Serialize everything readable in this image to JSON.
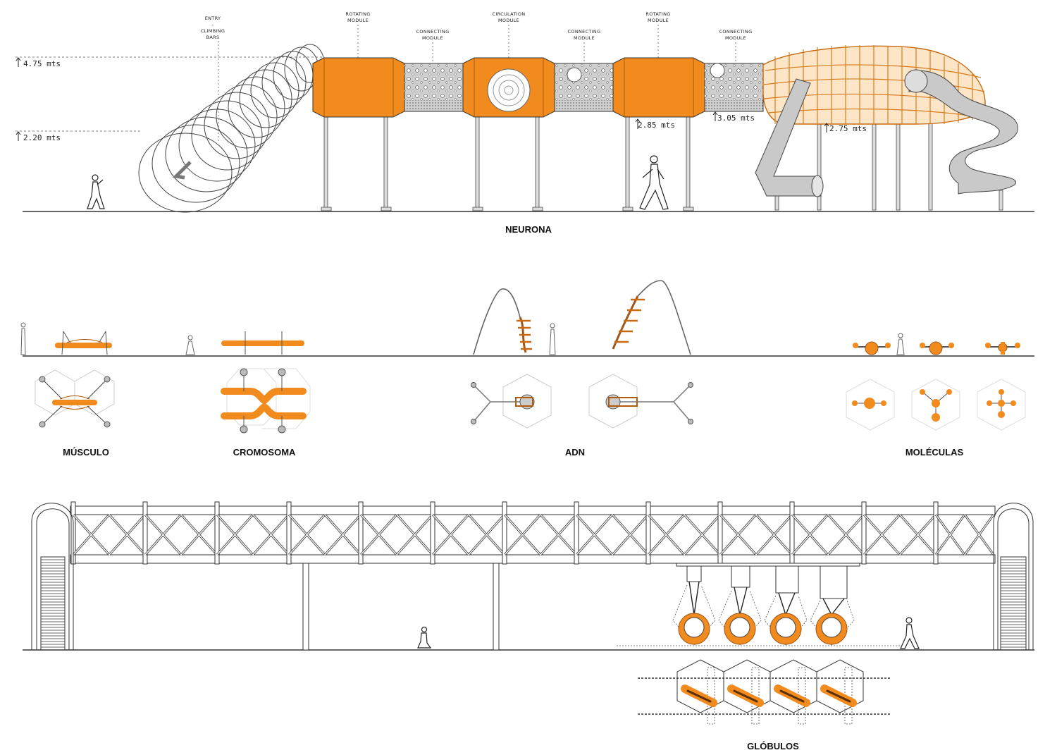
{
  "colors": {
    "orange": "#f28b1e",
    "gray": "#c9c9c9",
    "line": "#3a3a3a",
    "light_orange": "#f7c48a"
  },
  "neurona": {
    "title": "NEURONA",
    "callouts": [
      {
        "line1": "ENTRY",
        "line2": "-",
        "line3": "CLIMBING",
        "line4": "BARS"
      },
      {
        "line1": "ROTATING",
        "line2": "MODULE"
      },
      {
        "line1": "CONNECTING",
        "line2": "MODULE"
      },
      {
        "line1": "CIRCULATION",
        "line2": "MODULE"
      },
      {
        "line1": "CONNECTING",
        "line2": "MODULE"
      },
      {
        "line1": "ROTATING",
        "line2": "MODULE"
      },
      {
        "line1": "CONNECTING",
        "line2": "MODULE"
      }
    ],
    "dims": [
      "4.75 mts",
      "2.20 mts",
      "2.85 mts",
      "3.05 mts",
      "2.75 mts"
    ]
  },
  "middle": {
    "musculo": "MÚSCULO",
    "cromosoma": "CROMOSOMA",
    "adn": "ADN",
    "moleculas": "MOLÉCULAS"
  },
  "globulos": {
    "title": "GLÓBULOS"
  }
}
